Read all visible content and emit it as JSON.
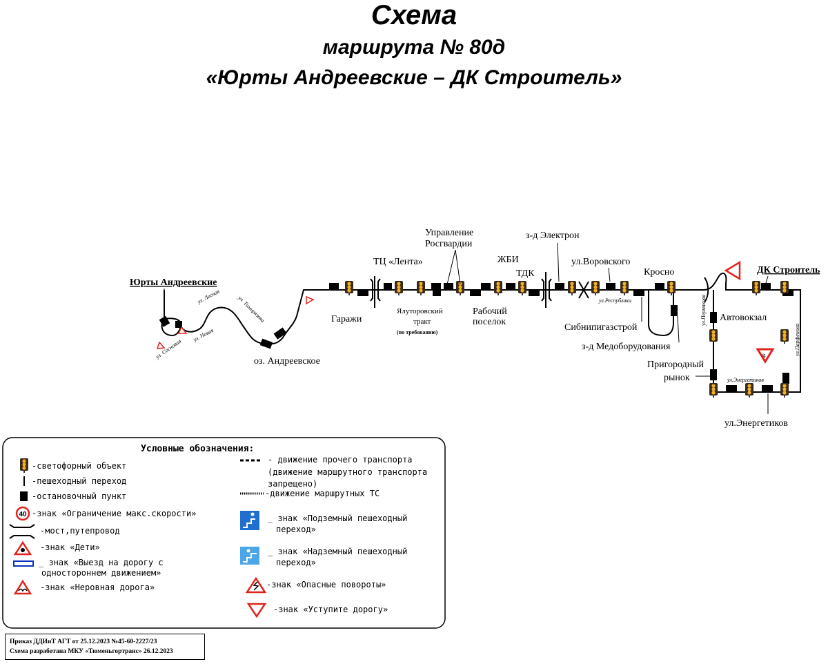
{
  "header": {
    "title": "Схема",
    "route_line": "маршрута № 80д",
    "route_name": "«Юрты Андреевские – ДК Строитель»"
  },
  "stops": {
    "start": "Юрты Андреевские",
    "ozero": "оз. Андреевское",
    "garazhi": "Гаражи",
    "lenta": "ТЦ «Лента»",
    "yalut_1": "Ялуторовский",
    "yalut_2": "тракт",
    "yalut_3": "(по требованию)",
    "rosg_1": "Управление",
    "rosg_2": "Росгвардии",
    "rab_1": "Рабочий",
    "rab_2": "поселок",
    "zhbi": "ЖБИ",
    "tdk": "ТДК",
    "elektron": "з-д Электрон",
    "vorovskogo": "ул.Воровского",
    "krosno": "Кросно",
    "sibnipi": "Сибнипигазстрой",
    "medob": "з-д Медоборудования",
    "prig_1": "Пригородный",
    "prig_2": "рынок",
    "avtovokzal": "Автовокзал",
    "energetikov": "ул.Энергетиков",
    "end": "ДК Строитель"
  },
  "streets": {
    "sosnovaya": "ул. Сосновая",
    "novaya": "ул. Новая",
    "lesnaya": "ул. Лесная",
    "tilisheva": "ул. Тимирязева",
    "respubliki": "ул.Республики",
    "permyakova": "ул.Пермякова",
    "parfenova": "ул.Парфенова",
    "energetikov": "ул.Энергетиков"
  },
  "legend": {
    "title": "Условные обозначения:",
    "traffic_light": "-светофорный объект",
    "crosswalk": "-пешеходный переход",
    "stop": "-остановочный пункт",
    "speed_limit": "-знак «Ограничение макс.скорости»",
    "speed_value": "40",
    "bridge": "-мост,путепровод",
    "children": "-знак «Дети»",
    "oneway_1": "_ знак «Выезд на дорогу с",
    "oneway_2": "одностороннем движением»",
    "rough_road": "-знак «Неровная дорога»",
    "other_traffic_1": "- движение прочего транспорта",
    "other_traffic_2": "(движение маршрутного транспорта",
    "other_traffic_3": "запрещено)",
    "route_traffic": "-движение маршрутных ТС",
    "underground_1": "_ знак «Подземный пешеходный",
    "underground_2": "переход»",
    "overhead_1": "_ знак «Надземный пешеходный",
    "overhead_2": "переход»",
    "dangerous_turns": "-знак «Опасные повороты»",
    "give_way": "-знак «Уступите дорогу»"
  },
  "footer": {
    "order": "Приказ ДДИиТ АГТ от 25.12.2023 №45-60-2227/23",
    "developed": "Схема разработана МКУ «Тюменьгортранс» 26.12.2023"
  },
  "colors": {
    "sign_red": "#e0231c",
    "light_body": "#3a2a1e",
    "light_amber": "#f0b020",
    "ped_sign_blue": "#1e6fd0",
    "oneway_blue": "#1030c0"
  }
}
